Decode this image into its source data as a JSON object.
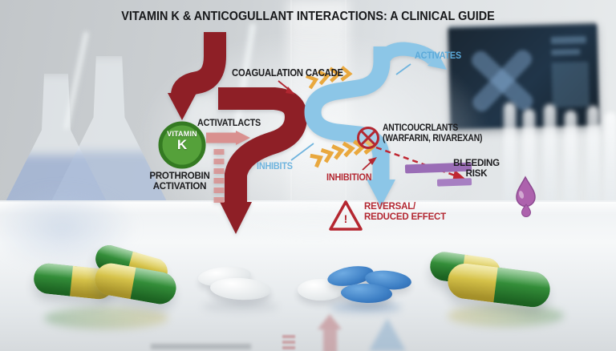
{
  "title": "VITAMIN K & ANTICOGULLANT INTERACTIONS: A CLINICAL GUIDE",
  "labels": {
    "coagulation_cascade": "COAGUALATION CACADE",
    "activates_top": "ACTIVATES",
    "activates_mid": "ACTIVATLACTS",
    "inhibits": "INHIBITS",
    "inhibition": "INHIBITION",
    "anticoagulants_line1": "ANTICOUCRLANTS",
    "anticoagulants_line2": "(WARFARIN, RIVAREXAN)",
    "bleeding_risk_line1": "BLEEDING",
    "bleeding_risk_line2": "RISK",
    "reversal_line1": "REVERSAL/",
    "reversal_line2": "REDUCED EFFECT",
    "prothrombin_line1": "PROTHROBIN",
    "prothrombin_line2": "ACTIVATION",
    "vitamin_k_line1": "VITAMIN",
    "vitamin_k_line2": "K",
    "warning_mark": "!"
  },
  "colors": {
    "arrow_red": "#8e1f26",
    "arrow_blue": "#8cc6e7",
    "accent_pink": "#d9908f",
    "chevron_orange": "#e9a83e",
    "vitamin_green": "#55a13a",
    "vitamin_green_border": "#347a22",
    "risk_purple": "#9a6db6",
    "droplet_purple": "#ad62ad",
    "text_dark": "#1c1c1e",
    "text_red": "#b32731",
    "text_blue": "#5ba9d9"
  }
}
